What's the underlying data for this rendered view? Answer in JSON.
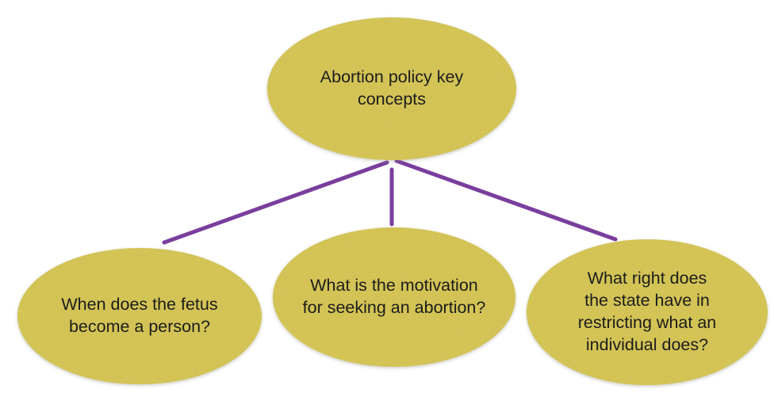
{
  "diagram": {
    "title": "Abortion policy key concepts",
    "type": "concept-map",
    "colors": {
      "node_fill": "#d7c531",
      "node_text": "#1c1c1c",
      "connector": "#7a3e9d",
      "background": "#ffffff"
    },
    "nodes": {
      "root": {
        "id": "root",
        "label": "Abortion policy key concepts",
        "lines": [
          "Abortion policy key",
          "concepts"
        ]
      },
      "child_left": {
        "id": "child_left",
        "label": "When does the fetus become a person?",
        "lines": [
          "When does the fetus",
          "become a person?"
        ]
      },
      "child_middle": {
        "id": "child_middle",
        "label": "What is the motivation for seeking an abortion?",
        "lines": [
          "What is the motivation",
          "for seeking an abortion?"
        ]
      },
      "child_right": {
        "id": "child_right",
        "label": "What right does the state have in restricting what an individual does?",
        "lines": [
          "What right does",
          "the state have in",
          "restricting what an",
          "individual does?"
        ]
      }
    },
    "edges": [
      {
        "from": "root",
        "to": "child_left"
      },
      {
        "from": "root",
        "to": "child_middle"
      },
      {
        "from": "root",
        "to": "child_right"
      }
    ]
  }
}
